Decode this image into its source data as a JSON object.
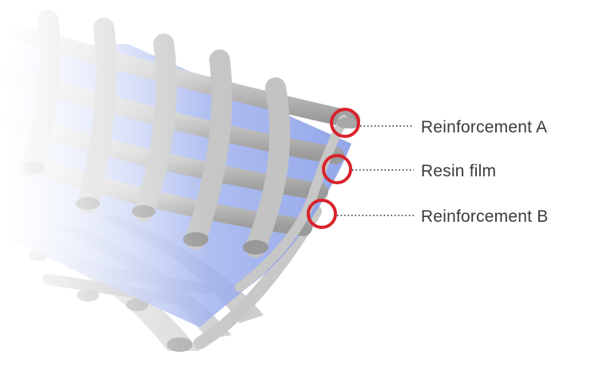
{
  "labels": {
    "reinforcement_a": "Reinforcement A",
    "resin_film": "Resin film",
    "reinforcement_b": "Reinforcement B"
  },
  "colors": {
    "background": "#ffffff",
    "resin_film": "#7f97e6",
    "fiber": "#c9c9c9",
    "highlight_ring": "#d8232a",
    "leader_line": "#555555"
  }
}
